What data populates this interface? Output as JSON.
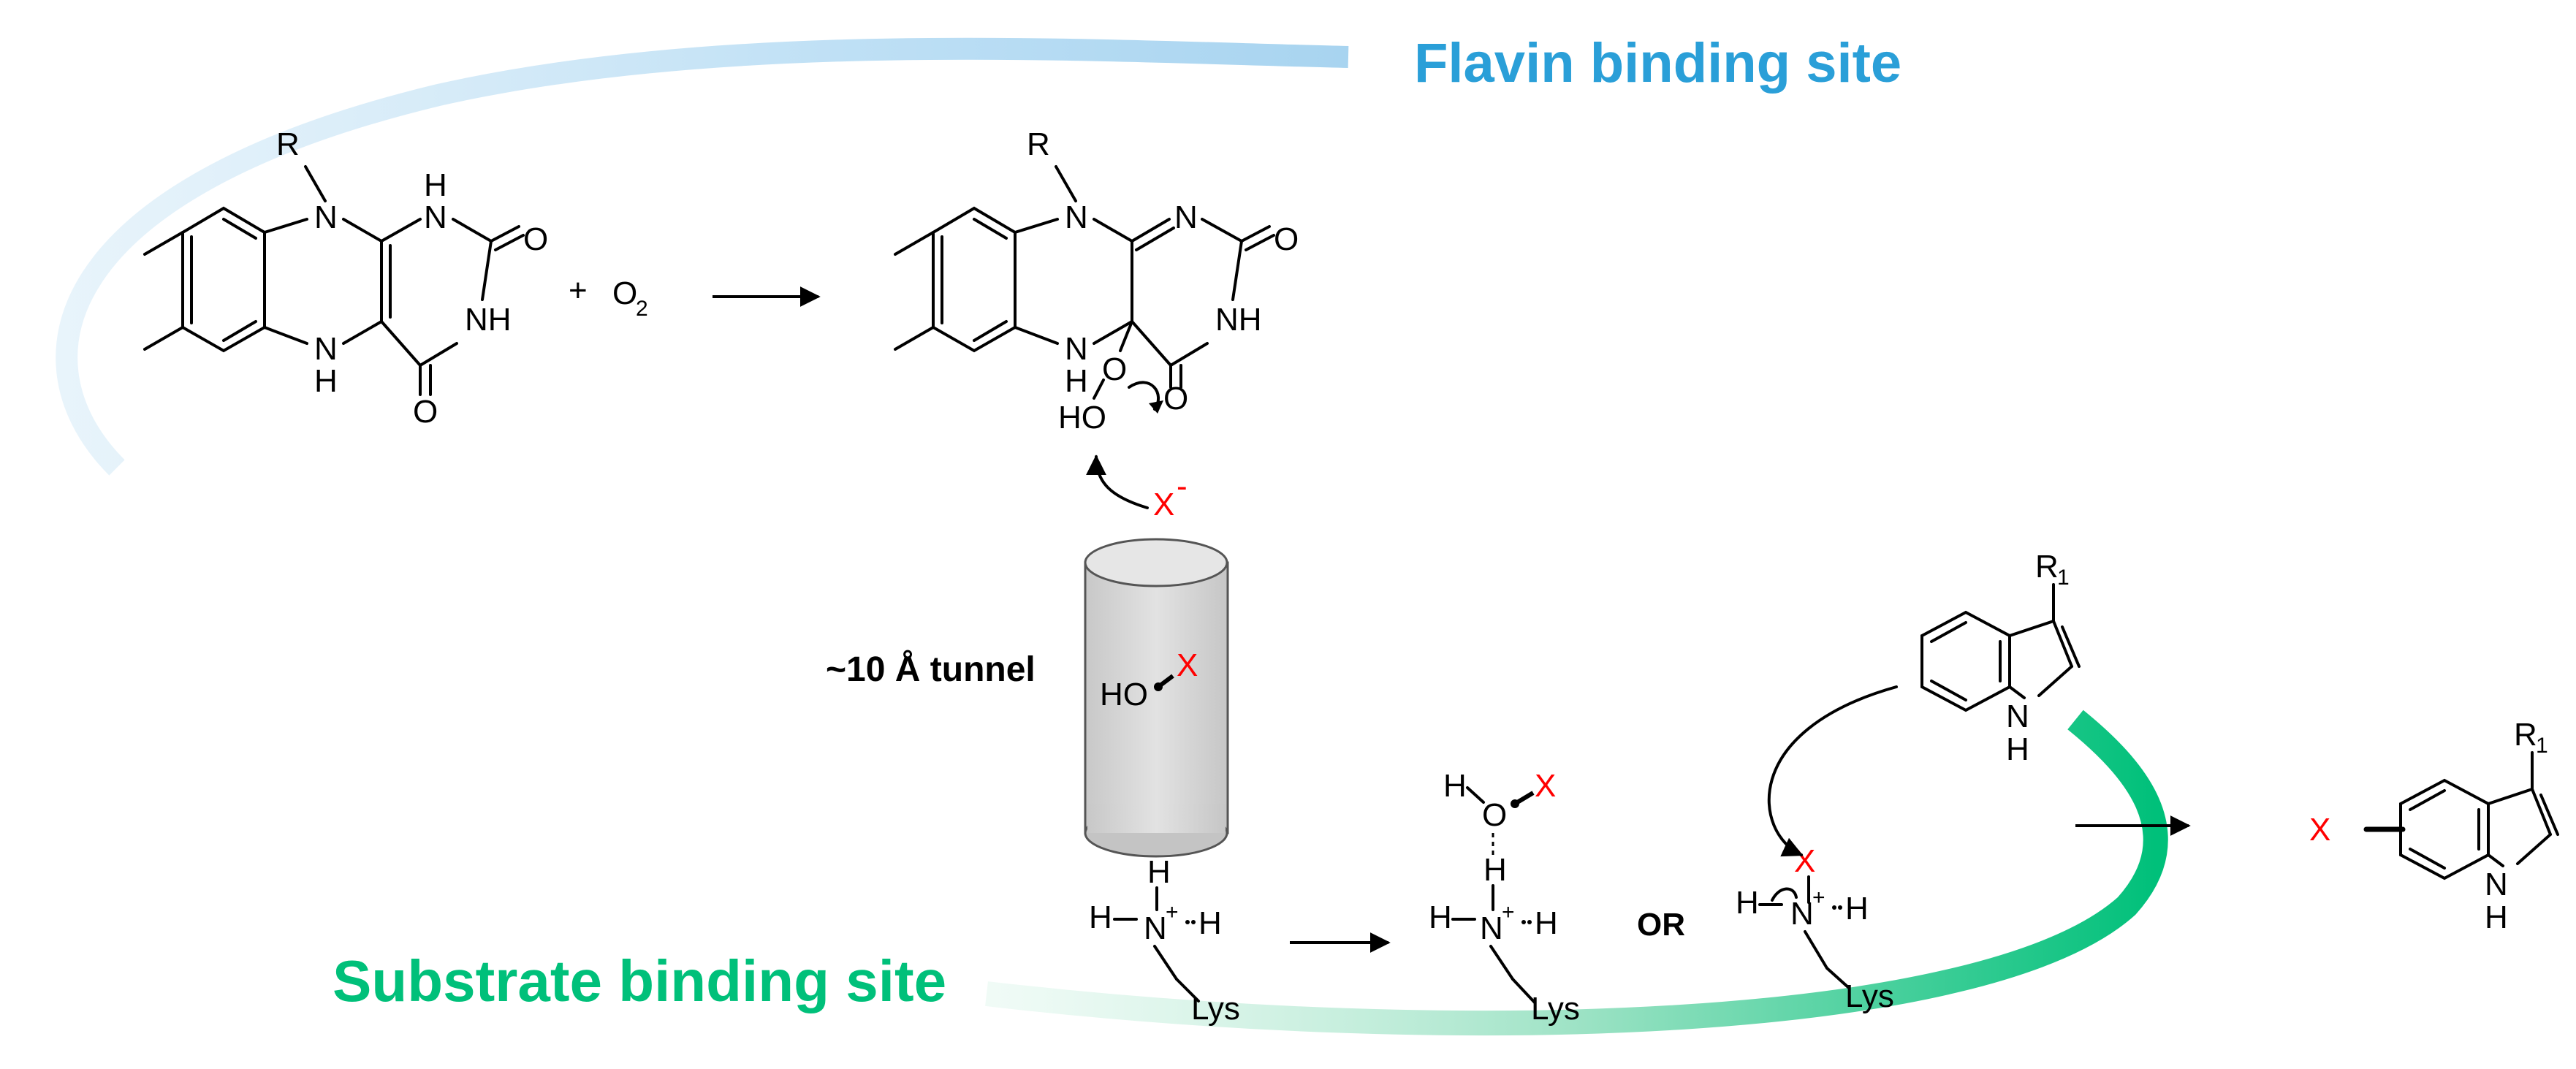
{
  "labels": {
    "flavin_site": "Flavin binding site",
    "substrate_site": "Substrate binding site",
    "tunnel": "~10 Å tunnel",
    "or": "OR"
  },
  "atoms": {
    "R": "R",
    "N": "N",
    "H": "H",
    "O": "O",
    "NH": "NH",
    "HO": "HO",
    "X": "X",
    "minus": "-",
    "plus": "+",
    "O2_O": "O",
    "O2_2": "2",
    "Lys": "Lys",
    "R1_R": "R",
    "R1_1": "1"
  },
  "colors": {
    "flavin_blue": "#2a9fd8",
    "substrate_green": "#00c07a",
    "halogen_red": "#ff0000",
    "tunnel_gray": "#d3d3d3"
  }
}
